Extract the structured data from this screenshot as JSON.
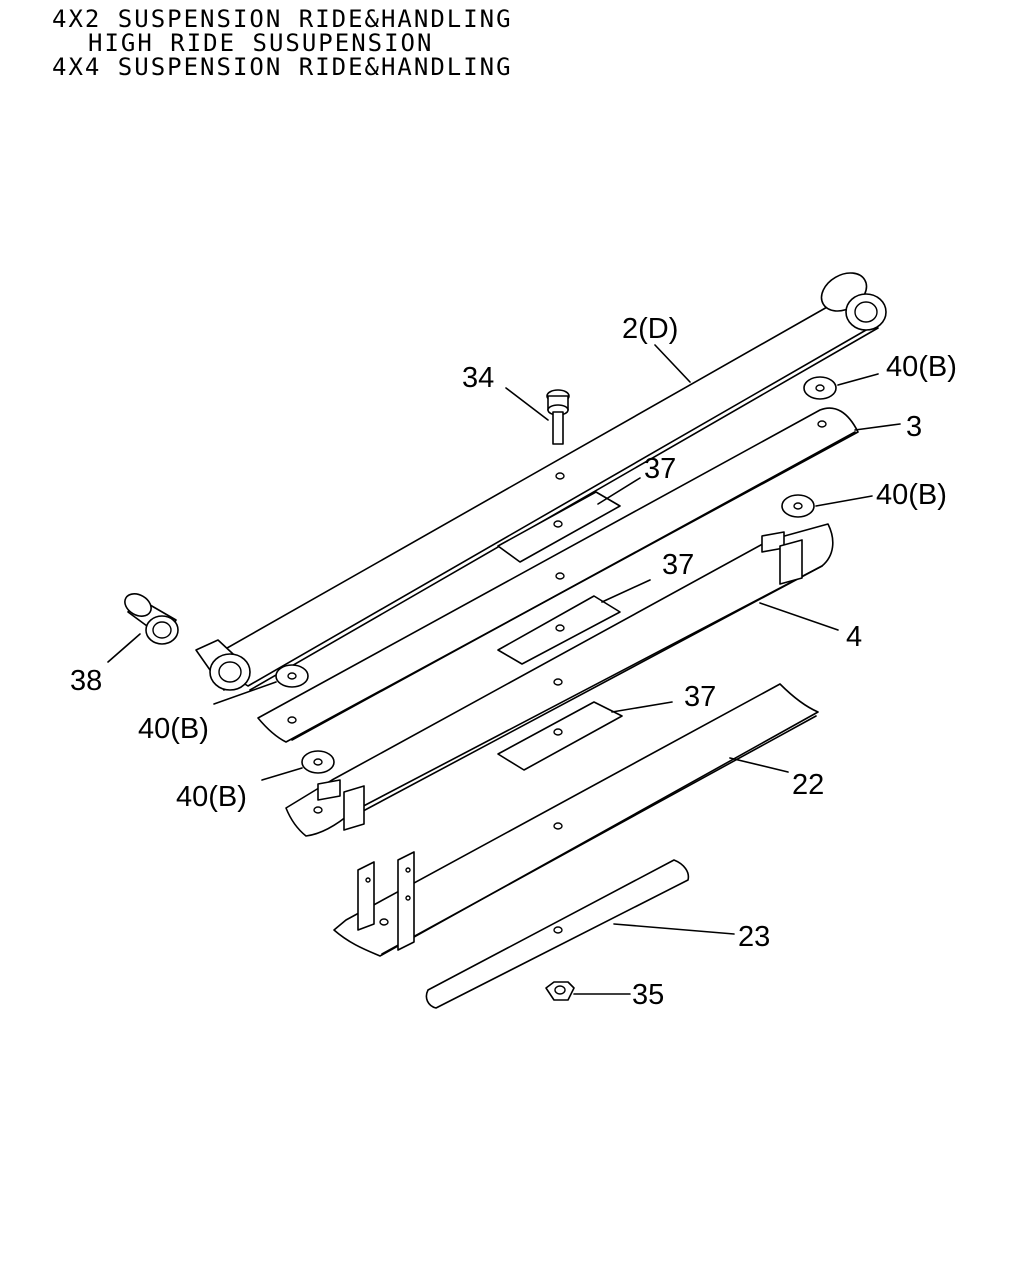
{
  "header": {
    "lines": [
      "4X2 SUSPENSION RIDE&HANDLING",
      "HIGH RIDE SUSUPENSION",
      "4X4 SUSPENSION RIDE&HANDLING"
    ]
  },
  "callouts": {
    "leaf_main": "2(D)",
    "bolt": "34",
    "washer_top": "40(B)",
    "leaf_2": "3",
    "pad_1": "37",
    "washer_mid": "40(B)",
    "pad_2": "37",
    "leaf_3": "4",
    "bushing": "38",
    "washer_left": "40(B)",
    "pad_3": "37",
    "washer_bottom": "40(B)",
    "leaf_4": "22",
    "leaf_5": "23",
    "nut": "35"
  }
}
